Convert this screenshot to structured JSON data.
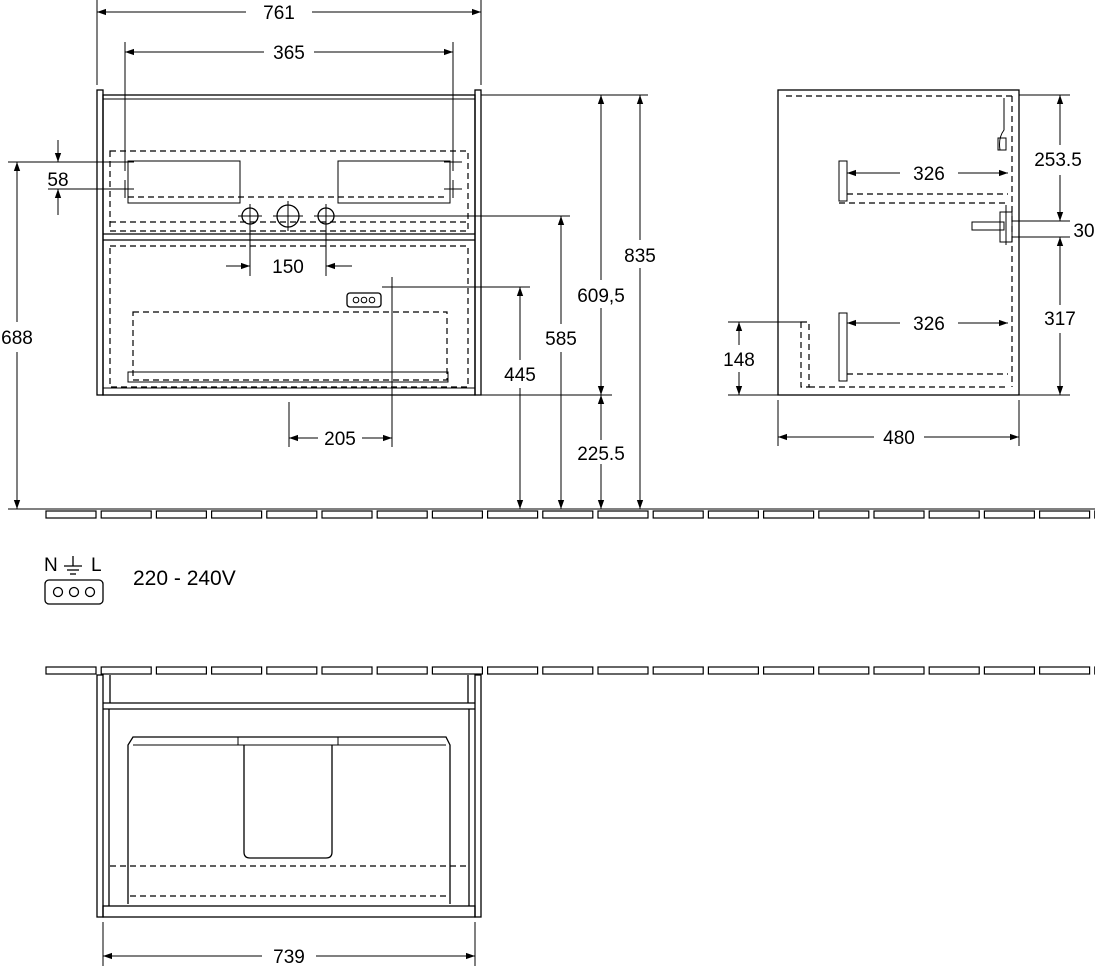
{
  "dimensions": {
    "front": {
      "overall_width": "761",
      "drain_spacing": "365",
      "drain_offset": "58",
      "pipe_spacing": "150",
      "socket_offset": "205",
      "height_688": "688",
      "height_609": "609,5",
      "height_585": "585",
      "height_445": "445",
      "height_835": "835",
      "height_225": "225.5"
    },
    "side": {
      "upper_height": "253.5",
      "gap_30": "30",
      "lower_height": "317",
      "upper_drawer_depth": "326",
      "lower_drawer_depth": "326",
      "socket_height": "148",
      "overall_depth": "480"
    },
    "top": {
      "inner_width": "739"
    }
  },
  "electrical": {
    "terminal_n": "N",
    "terminal_l": "L",
    "voltage": "220 - 240V"
  },
  "icons": {
    "ground": "ground-symbol-icon",
    "socket": "three-pin-socket-icon",
    "crosshair": "crosshair-marker-icon",
    "pipe": "pipe-connection-icon"
  }
}
